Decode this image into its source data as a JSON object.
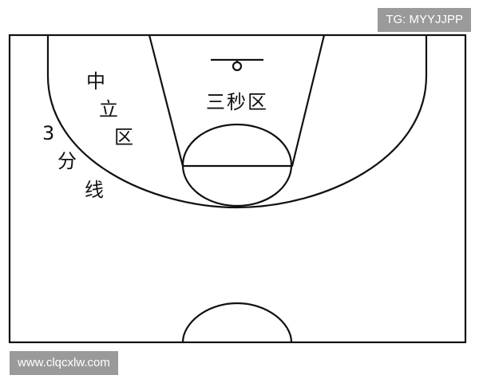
{
  "labels": {
    "mid_range": [
      "中",
      "立",
      "区"
    ],
    "three_point": [
      "3",
      "分",
      "线"
    ],
    "key": "三秒区"
  },
  "watermarks": {
    "top": "TG: MYYJJPP",
    "bottom": "www.clqcxlw.com"
  },
  "colors": {
    "background": "#ffffff",
    "lines": "#111111",
    "watermark_bg": "#9a9a9a",
    "watermark_text": "#ffffff"
  }
}
